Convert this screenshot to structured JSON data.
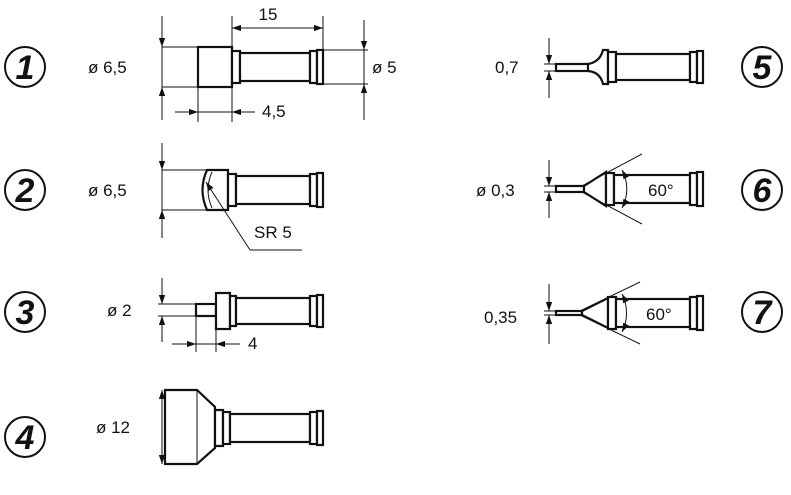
{
  "figure": {
    "colors": {
      "ink": "#111111",
      "background": "#ffffff"
    },
    "items": [
      {
        "number": "1",
        "dims": {
          "diameter": "ø 6,5",
          "length": "15",
          "shaft_diameter": "ø 5",
          "head_length": "4,5"
        }
      },
      {
        "number": "2",
        "dims": {
          "diameter": "ø 6,5",
          "radius": "SR 5"
        }
      },
      {
        "number": "3",
        "dims": {
          "diameter": "ø 2",
          "length": "4"
        }
      },
      {
        "number": "4",
        "dims": {
          "diameter": "ø 12"
        }
      },
      {
        "number": "5",
        "dims": {
          "thickness": "0,7"
        }
      },
      {
        "number": "6",
        "dims": {
          "diameter": "ø 0,3",
          "angle": "60°"
        }
      },
      {
        "number": "7",
        "dims": {
          "thickness": "0,35",
          "angle": "60°"
        }
      }
    ]
  }
}
